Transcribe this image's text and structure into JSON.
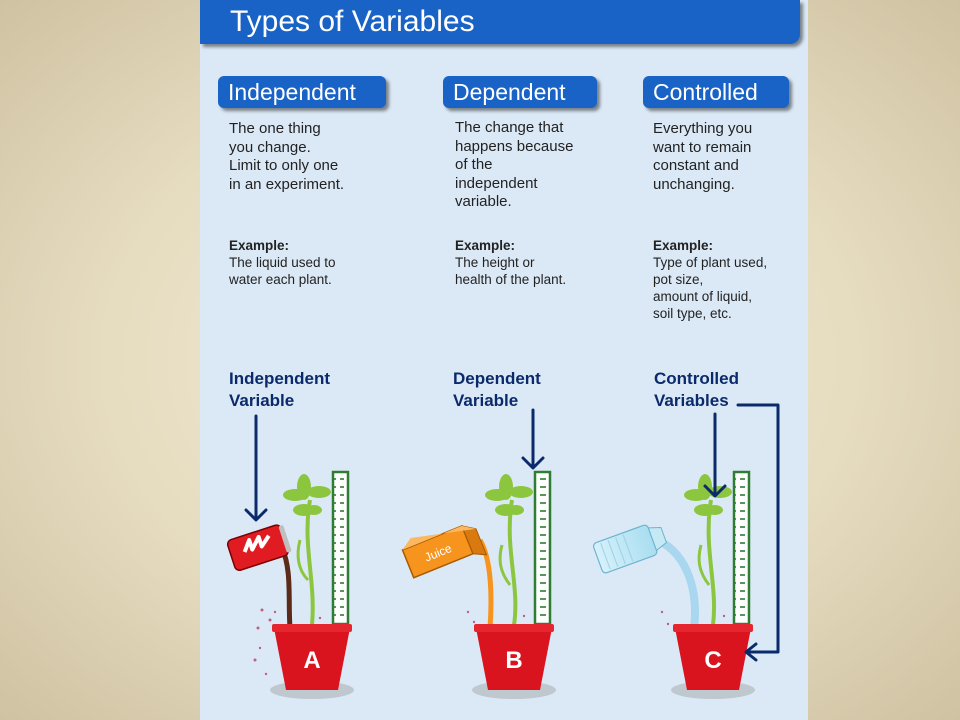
{
  "title": "Types of Variables",
  "columns": [
    {
      "heading": "Independent",
      "description": "The one thing\nyou change.\nLimit to only one\nin an experiment.",
      "example_label": "Example:",
      "example_text": "The liquid used to\nwater each plant.",
      "variable_label": "Independent\nVariable",
      "pot_letter": "A"
    },
    {
      "heading": "Dependent",
      "description": "The change that\nhappens because\nof the\nindependent\nvariable.",
      "example_label": "Example:",
      "example_text": "The height or\nhealth of the plant.",
      "variable_label": "Dependent\nVariable",
      "pot_letter": "B",
      "carton_text": "Juice"
    },
    {
      "heading": "Controlled",
      "description": "Everything you\nwant to remain\nconstant and\nunchanging.",
      "example_label": "Example:",
      "example_text": "Type of plant used,\npot size,\namount of liquid,\nsoil type, etc.",
      "variable_label": "Controlled\nVariables",
      "pot_letter": "C"
    }
  ],
  "colors": {
    "title_bar": "#1a63c6",
    "panel_bg": "#dbe9f6",
    "pot": "#d9141e",
    "plant": "#8cc63f",
    "ruler": "#2e7d32",
    "arrow": "#0b2a6b"
  }
}
